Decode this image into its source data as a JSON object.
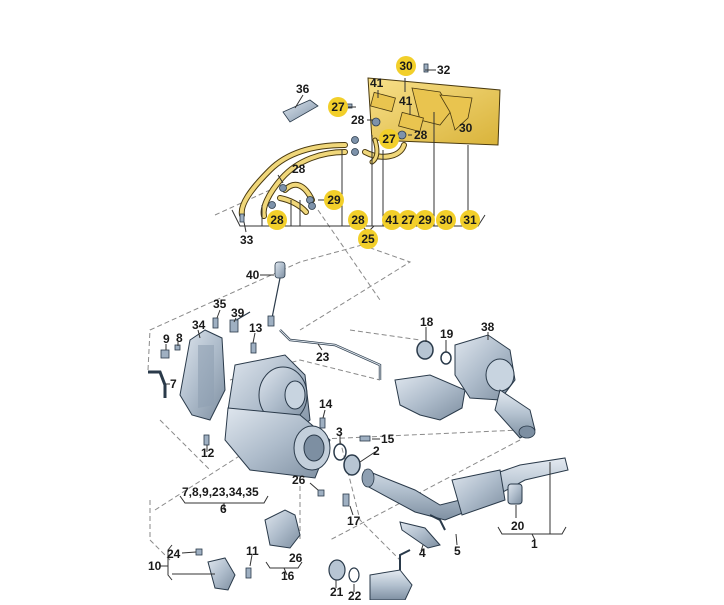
{
  "diagram": {
    "title": "Exhaust manifold / turbocharger / catalytic converter exploded view",
    "colors": {
      "highlight_badge": "#f2cf2a",
      "highlight_part": "#f0d060",
      "part_fill": "#b8c6d4",
      "part_stroke": "#3a4a5a",
      "leader_line": "#333333",
      "dashed_line": "#888888"
    },
    "highlighted_labels": {
      "b30_top": "30",
      "b27_a": "27",
      "b27_b": "27",
      "b29_a": "29",
      "b28_bot_a": "28",
      "b28_bot_b": "28",
      "b41_bot": "41",
      "b27_bot": "27",
      "b29_bot": "29",
      "b30_bot": "30",
      "b31_bot": "31",
      "b25": "25"
    },
    "labels": {
      "l32": "32",
      "l36": "36",
      "l41_a": "41",
      "l41_b": "41",
      "l28_a": "28",
      "l28_b": "28",
      "l28_c": "28",
      "l30_side": "30",
      "l33": "33",
      "l40": "40",
      "l35": "35",
      "l39": "39",
      "l34": "34",
      "l9": "9",
      "l8": "8",
      "l13": "13",
      "l7": "7",
      "l23": "23",
      "l18": "18",
      "l19": "19",
      "l38": "38",
      "l14": "14",
      "l12": "12",
      "l3": "3",
      "l15": "15",
      "l2": "2",
      "l26_a": "26",
      "l26_b": "26",
      "l6_group": "7,8,9,23,34,35",
      "l6": "6",
      "l17": "17",
      "l16": "16",
      "l11": "11",
      "l24": "24",
      "l10": "10",
      "l21": "21",
      "l22": "22",
      "l4": "4",
      "l5": "5",
      "l20": "20",
      "l1": "1"
    }
  }
}
